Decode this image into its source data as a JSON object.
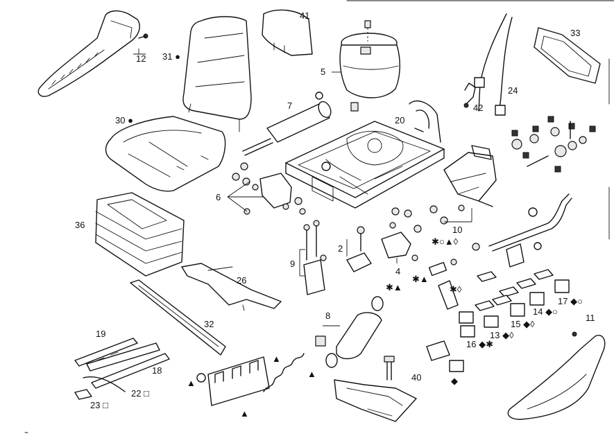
{
  "callouts": [
    {
      "id": "c12",
      "text": "12"
    },
    {
      "id": "c31",
      "text": "31 ●"
    },
    {
      "id": "c41",
      "text": "41"
    },
    {
      "id": "c5",
      "text": "5"
    },
    {
      "id": "c33",
      "text": "33"
    },
    {
      "id": "c24",
      "text": "24"
    },
    {
      "id": "c42",
      "text": "42"
    },
    {
      "id": "c7",
      "text": "7"
    },
    {
      "id": "c20",
      "text": "20"
    },
    {
      "id": "c30",
      "text": "30 ●"
    },
    {
      "id": "c6",
      "text": "6"
    },
    {
      "id": "c36",
      "text": "36"
    },
    {
      "id": "c10",
      "text": "10"
    },
    {
      "id": "c2",
      "text": "2"
    },
    {
      "id": "c9",
      "text": "9"
    },
    {
      "id": "c4",
      "text": "4"
    },
    {
      "id": "c26",
      "text": "26"
    },
    {
      "id": "c17",
      "text": "17 ◆○"
    },
    {
      "id": "c14",
      "text": "14 ◆○"
    },
    {
      "id": "c15",
      "text": "15 ◆◊"
    },
    {
      "id": "c13",
      "text": "13 ◆◊"
    },
    {
      "id": "c16",
      "text": "16 ◆✱"
    },
    {
      "id": "c8",
      "text": "8"
    },
    {
      "id": "c32",
      "text": "32"
    },
    {
      "id": "c11",
      "text": "11"
    },
    {
      "id": "c19",
      "text": "19"
    },
    {
      "id": "c18",
      "text": "18"
    },
    {
      "id": "c22",
      "text": "22 □"
    },
    {
      "id": "c23",
      "text": "23 □"
    },
    {
      "id": "c40",
      "text": "40"
    },
    {
      "id": "s1",
      "text": "✱○▲◊"
    },
    {
      "id": "s2",
      "text": "✱▲"
    },
    {
      "id": "s3",
      "text": "✱▲"
    },
    {
      "id": "s4",
      "text": "✱◊"
    },
    {
      "id": "s5",
      "text": "◆"
    },
    {
      "id": "s6",
      "text": "▲"
    },
    {
      "id": "s7",
      "text": "▲"
    },
    {
      "id": "s8",
      "text": "▲"
    },
    {
      "id": "s9",
      "text": "▲"
    }
  ]
}
